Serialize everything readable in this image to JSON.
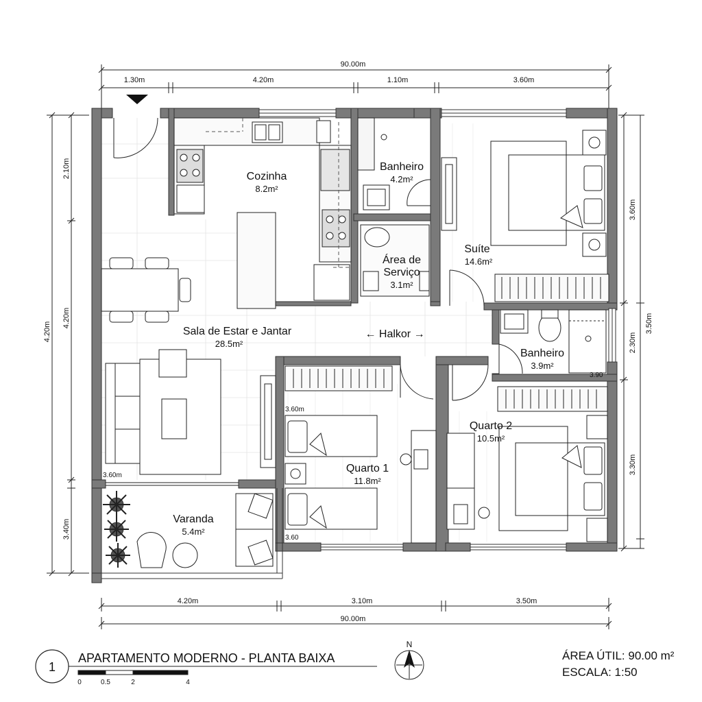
{
  "dimensions": {
    "top_total": "90.00m",
    "top_segments": [
      "1.30m",
      "4.20m",
      "1.10m",
      "3.60m"
    ],
    "bottom_segments": [
      "4.20m",
      "3.10m",
      "3.50m"
    ],
    "bottom_total": "90.00m",
    "left_outer": "4.20m",
    "left_segments": [
      "2.10m",
      "4.20m",
      "3.40m"
    ],
    "right_inner": [
      "3.60m",
      "2.30m",
      "3.30m"
    ],
    "right_outer": "3.50m"
  },
  "rooms": {
    "cozinha": {
      "name": "Cozinha",
      "area": "8.2m²"
    },
    "banheiro_social": {
      "name": "Banheiro",
      "area": "4.2m²"
    },
    "area_servico": {
      "name_line1": "Área de",
      "name_line2": "Serviço",
      "area": "3.1m²"
    },
    "suite": {
      "name": "Suíte",
      "area": "14.6m²"
    },
    "sala": {
      "name": "Sala de Estar e Jantar",
      "area": "28.5m²"
    },
    "hall": {
      "name": "← Halkor →"
    },
    "banheiro_suite": {
      "name": "Banheiro",
      "area": "3.9m²",
      "note": "3.90"
    },
    "quarto1": {
      "name": "Quarto 1",
      "area": "11.8m²",
      "note_top": "3.60m",
      "note_bottom": "3.60"
    },
    "quarto2": {
      "name": "Quarto 2",
      "area": "10.5m²"
    },
    "varanda": {
      "name": "Varanda",
      "area": "5.4m²"
    },
    "sala_note": "3.60m"
  },
  "title_block": {
    "number": "1",
    "title": "APARTAMENTO MODERNO - PLANTA BAIXA",
    "scale_bar_labels": [
      "0",
      "0.5",
      "2",
      "4"
    ],
    "north": "N",
    "area_util": "ÁREA ÚTIL: 90.00 m²",
    "escala": "ESCALA: 1:50"
  }
}
